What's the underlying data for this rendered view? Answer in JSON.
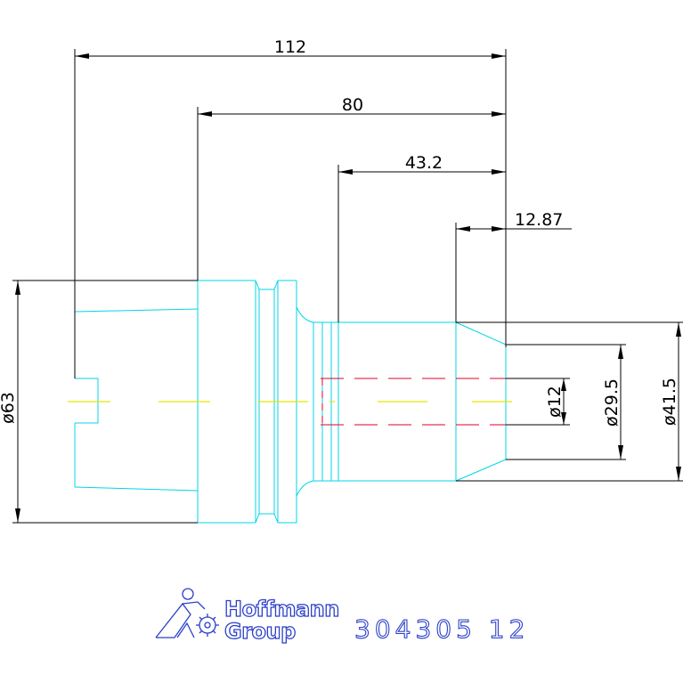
{
  "dimensions": {
    "length_total": "112",
    "length_body": "80",
    "length_shank": "43.2",
    "length_tip": "12.87",
    "dia_flange": "ø63",
    "dia_bore": "ø12",
    "dia_tip": "ø29.5",
    "dia_shank": "ø41.5"
  },
  "logo": {
    "line1": "Hoffmann",
    "line2": "Group"
  },
  "part_number": "304305 12",
  "colors": {
    "outline": "#00d5e8",
    "centerline": "#e3e600",
    "hidden_bore": "#e0002a",
    "dimension": "#000000",
    "brand": "#2a3fc8"
  }
}
